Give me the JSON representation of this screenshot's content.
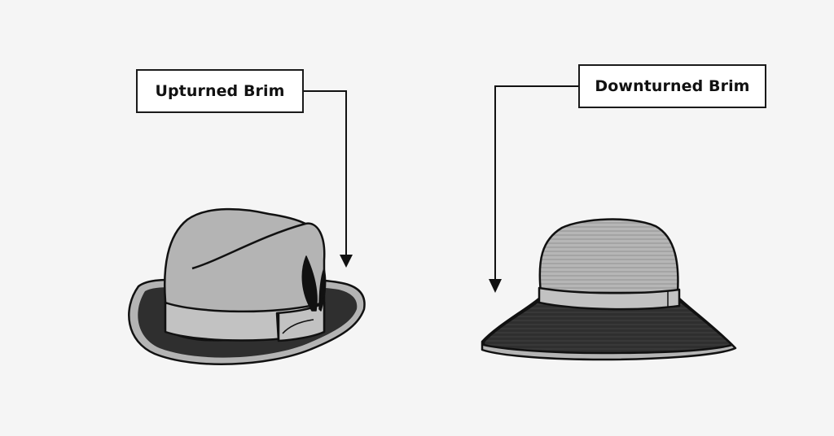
{
  "figure": {
    "background_color": "#f5f5f5",
    "line_color": "#111111",
    "hat_colors": {
      "light_gray": "#b4b4b4",
      "band_gray": "#c2c2c2",
      "dark_brim": "#2f2f2f",
      "outline": "#111111"
    }
  },
  "annotations": [
    {
      "id": "upturned",
      "label": "Upturned Brim",
      "points_to": "fedora-brim",
      "arrow_direction": "down"
    },
    {
      "id": "downturned",
      "label": "Downturned Brim",
      "points_to": "sun-hat-brim",
      "arrow_direction": "down"
    }
  ],
  "illustrations": [
    {
      "id": "fedora",
      "description": "Fedora hat with upturned brim, hatband and feather"
    },
    {
      "id": "sun-hat",
      "description": "Straw sun hat with wide downturned brim and band"
    }
  ]
}
